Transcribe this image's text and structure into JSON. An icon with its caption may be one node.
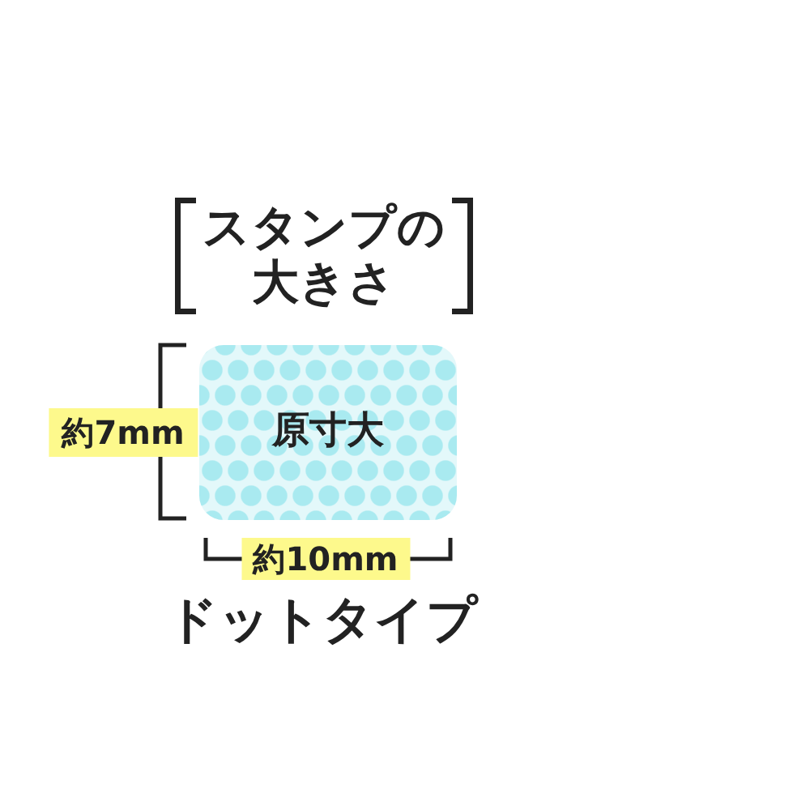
{
  "diagram": {
    "title": "スタンプの大きさ",
    "nodes": [
      {
        "text": [
          "原寸大"
        ]
      }
    ],
    "labels": [
      "約7mm",
      "約10mm"
    ],
    "caption": "ドットタイプ"
  }
}
